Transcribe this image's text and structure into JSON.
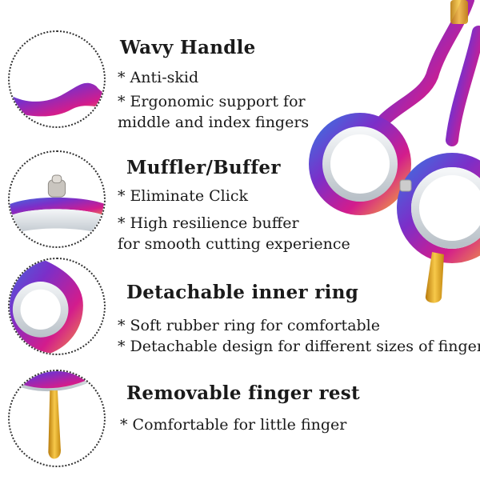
{
  "colors": {
    "metal_pink": "#d31c8c",
    "metal_purple": "#7b2fc9",
    "metal_blue": "#3d6fe0",
    "gold": "#e3a21a",
    "ring_grey": "#cfd5da"
  },
  "features": [
    {
      "icon": "wavy-handle-icon",
      "title": "Wavy Handle",
      "bullets": [
        "* Anti-skid",
        "* Ergonomic support for",
        "middle and index fingers"
      ]
    },
    {
      "icon": "muffler-buffer-icon",
      "title": "Muffler/Buffer",
      "bullets": [
        "* Eliminate Click",
        "* High resilience buffer",
        "for smooth cutting experience"
      ]
    },
    {
      "icon": "inner-ring-icon",
      "title": "Detachable inner ring",
      "bullets": [
        "* Soft rubber ring for comfortable",
        "* Detachable design for different sizes of finger"
      ]
    },
    {
      "icon": "finger-rest-icon",
      "title": "Removable finger rest",
      "bullets": [
        "* Comfortable for little finger"
      ]
    }
  ]
}
